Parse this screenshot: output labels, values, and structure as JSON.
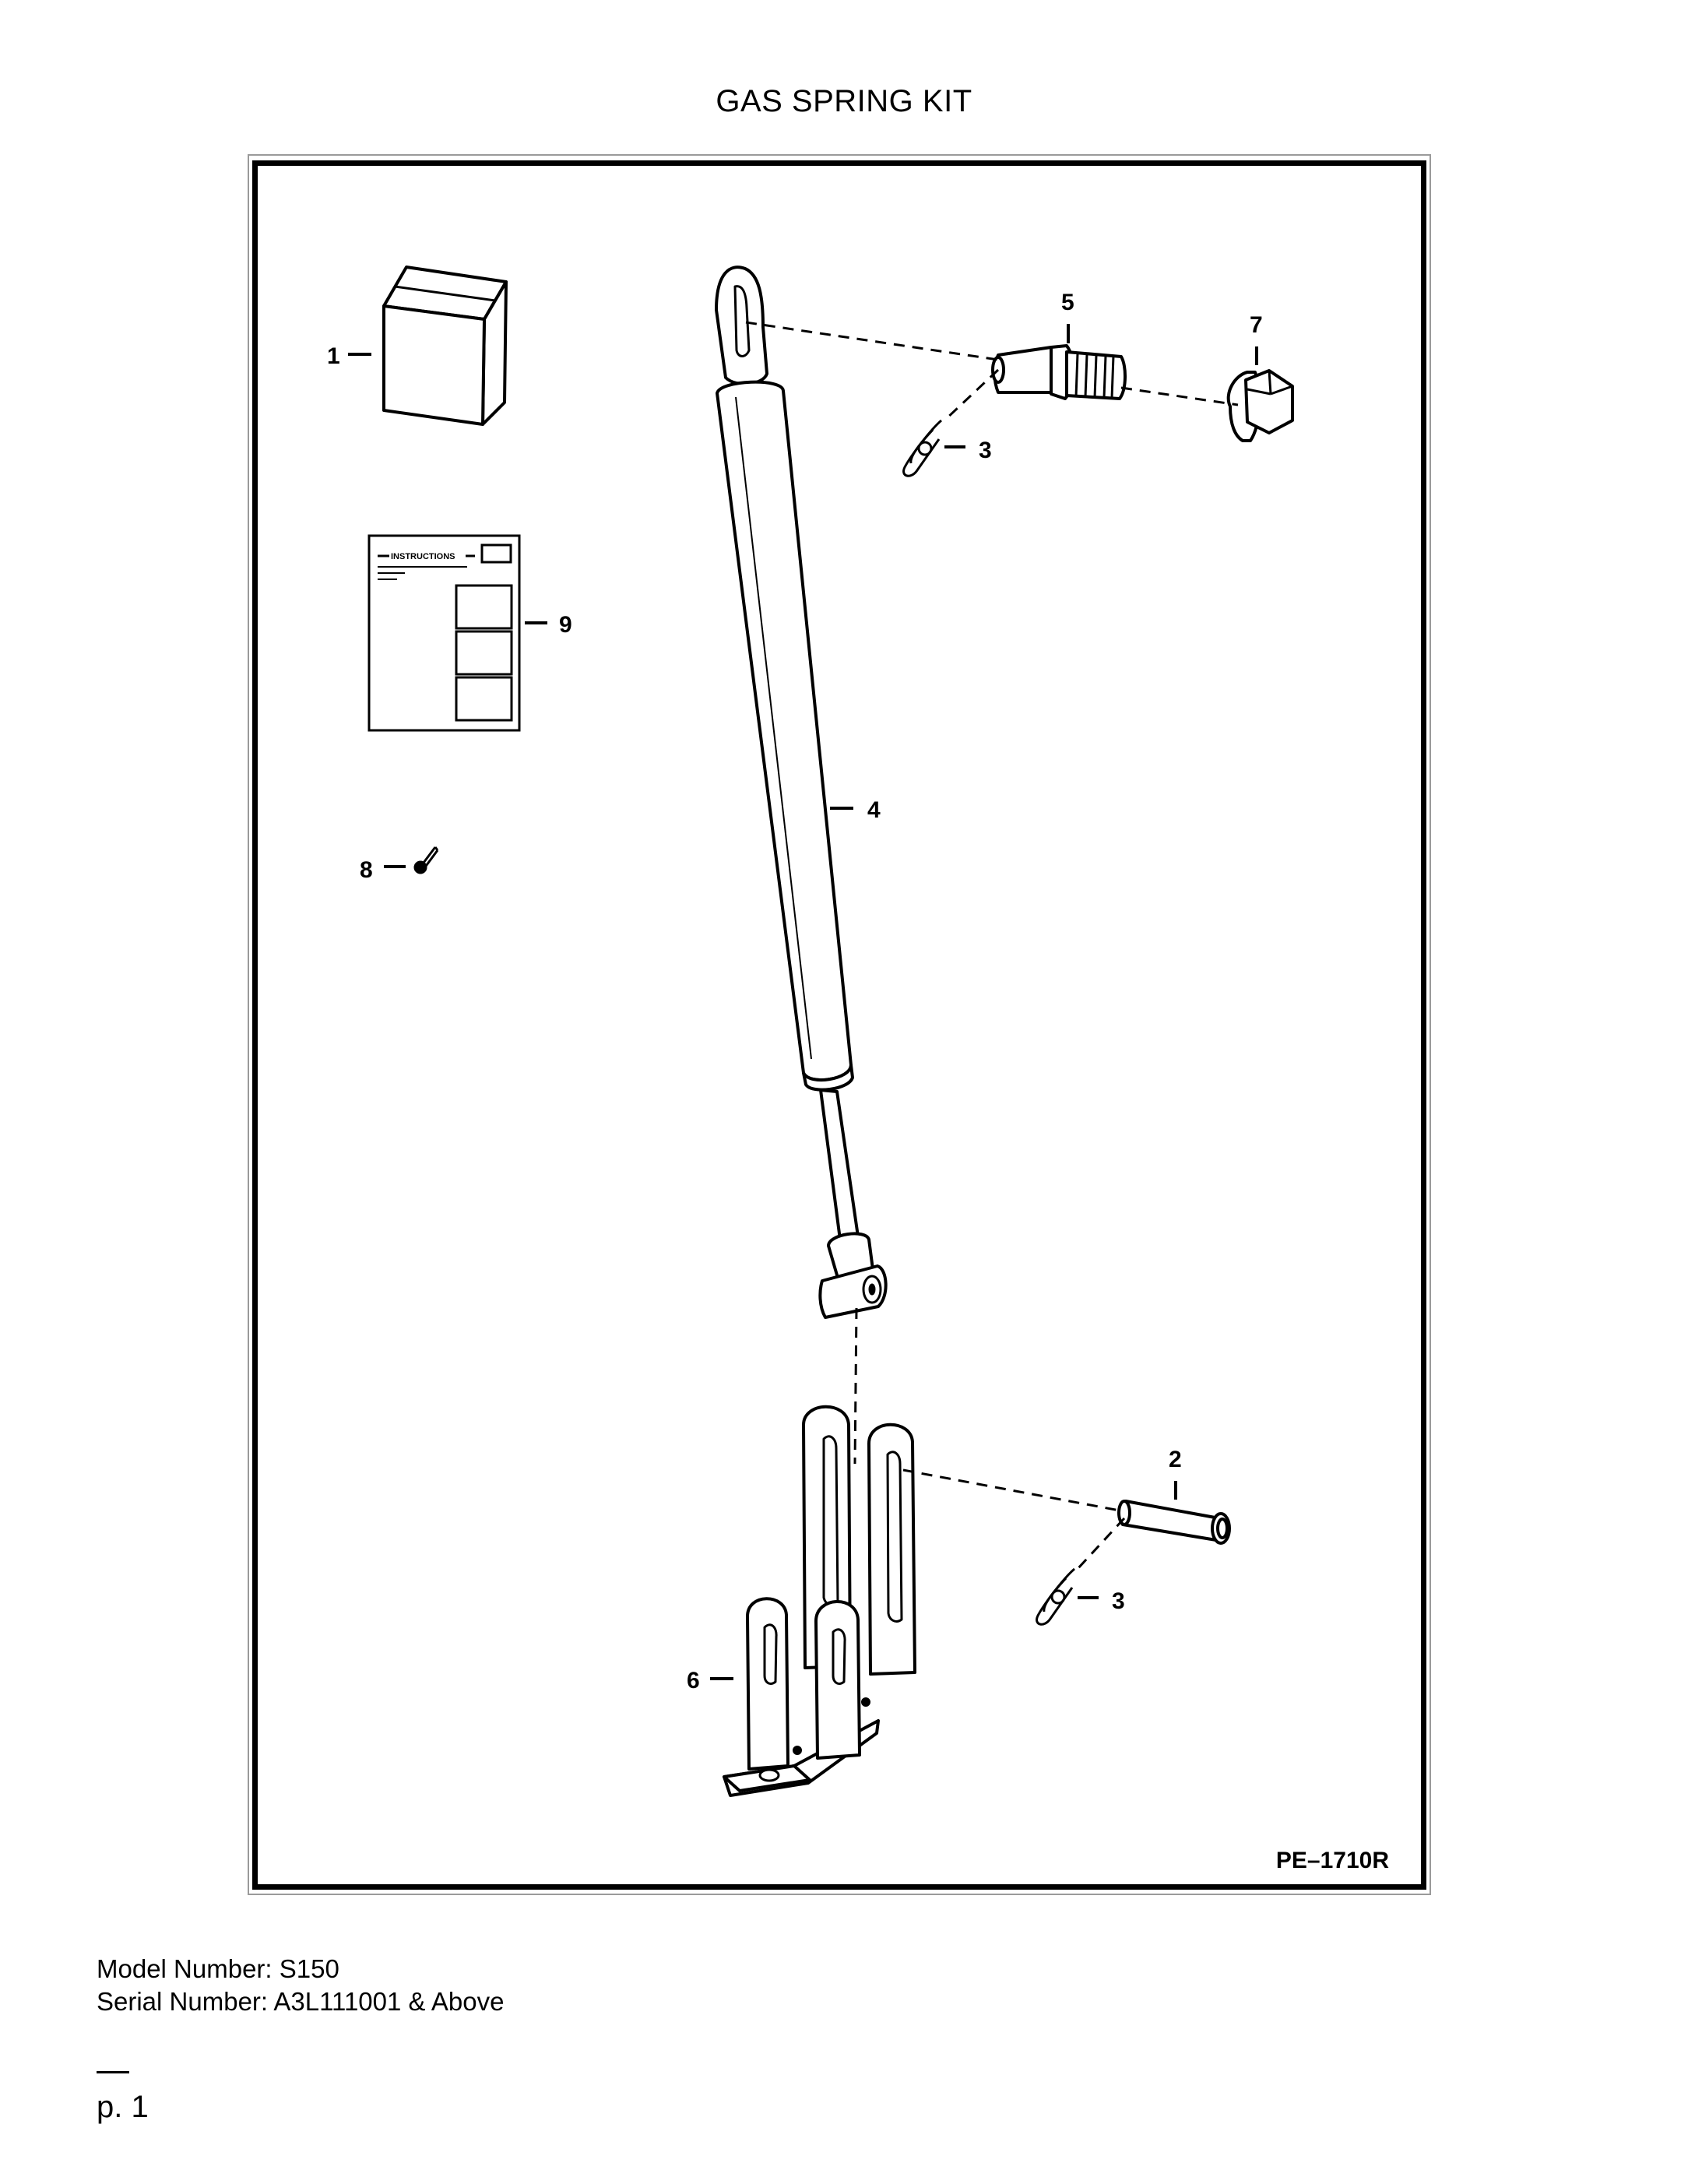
{
  "title": "GAS SPRING KIT",
  "callouts": {
    "c1": "1",
    "c2": "2",
    "c3a": "3",
    "c3b": "3",
    "c4": "4",
    "c5": "5",
    "c6": "6",
    "c7": "7",
    "c8": "8",
    "c9": "9"
  },
  "instructions_heading": "INSTRUCTIONS",
  "figure_ref": "PE–1710R",
  "model_number": "Model Number: S150",
  "serial_number": "Serial Number: A3L111001 & Above",
  "page_number": "p. 1"
}
